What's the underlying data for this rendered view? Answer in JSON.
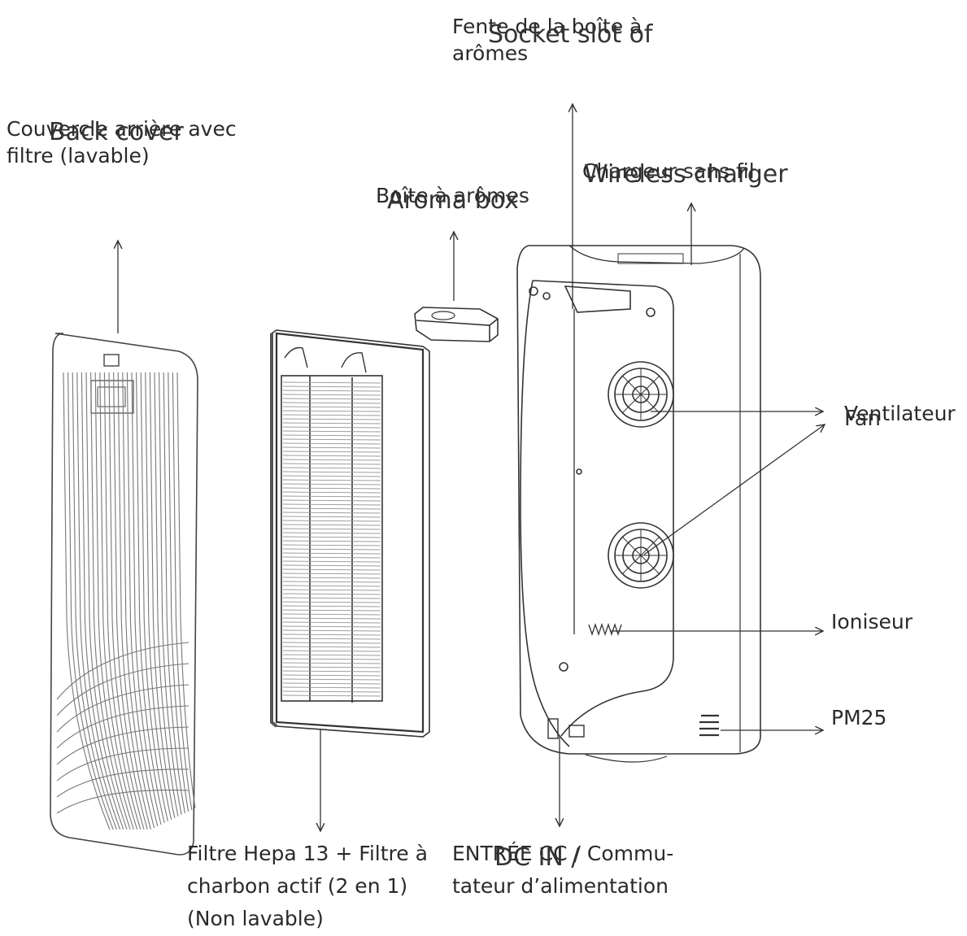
{
  "labels": {
    "aroma_slot_fr": "Fente de la boîte à\narômes",
    "aroma_slot_en": "Socket slot of",
    "back_cover_fr": "Couvercle arrière avec\nfiltre (lavable)",
    "back_cover_en": "Back cover",
    "aroma_box_fr": "Boîte à arômes",
    "aroma_box_en": "Aroma box",
    "charger_fr": "Chargeur sans fil",
    "charger_en": "Wireless charger",
    "fan_fr": "Ventilateur",
    "fan_en": "Fan",
    "ioniser": "Ioniseur",
    "pm25": "PM25",
    "hepa_fr": "Filtre Hepa 13 + Filtre à\ncharbon actif (2 en 1)\n(Non lavable)",
    "dc_in_fr": "ENTRÉE CC / Commu-\ntateur d’alimentation",
    "dc_in_en": "DC IN /"
  }
}
